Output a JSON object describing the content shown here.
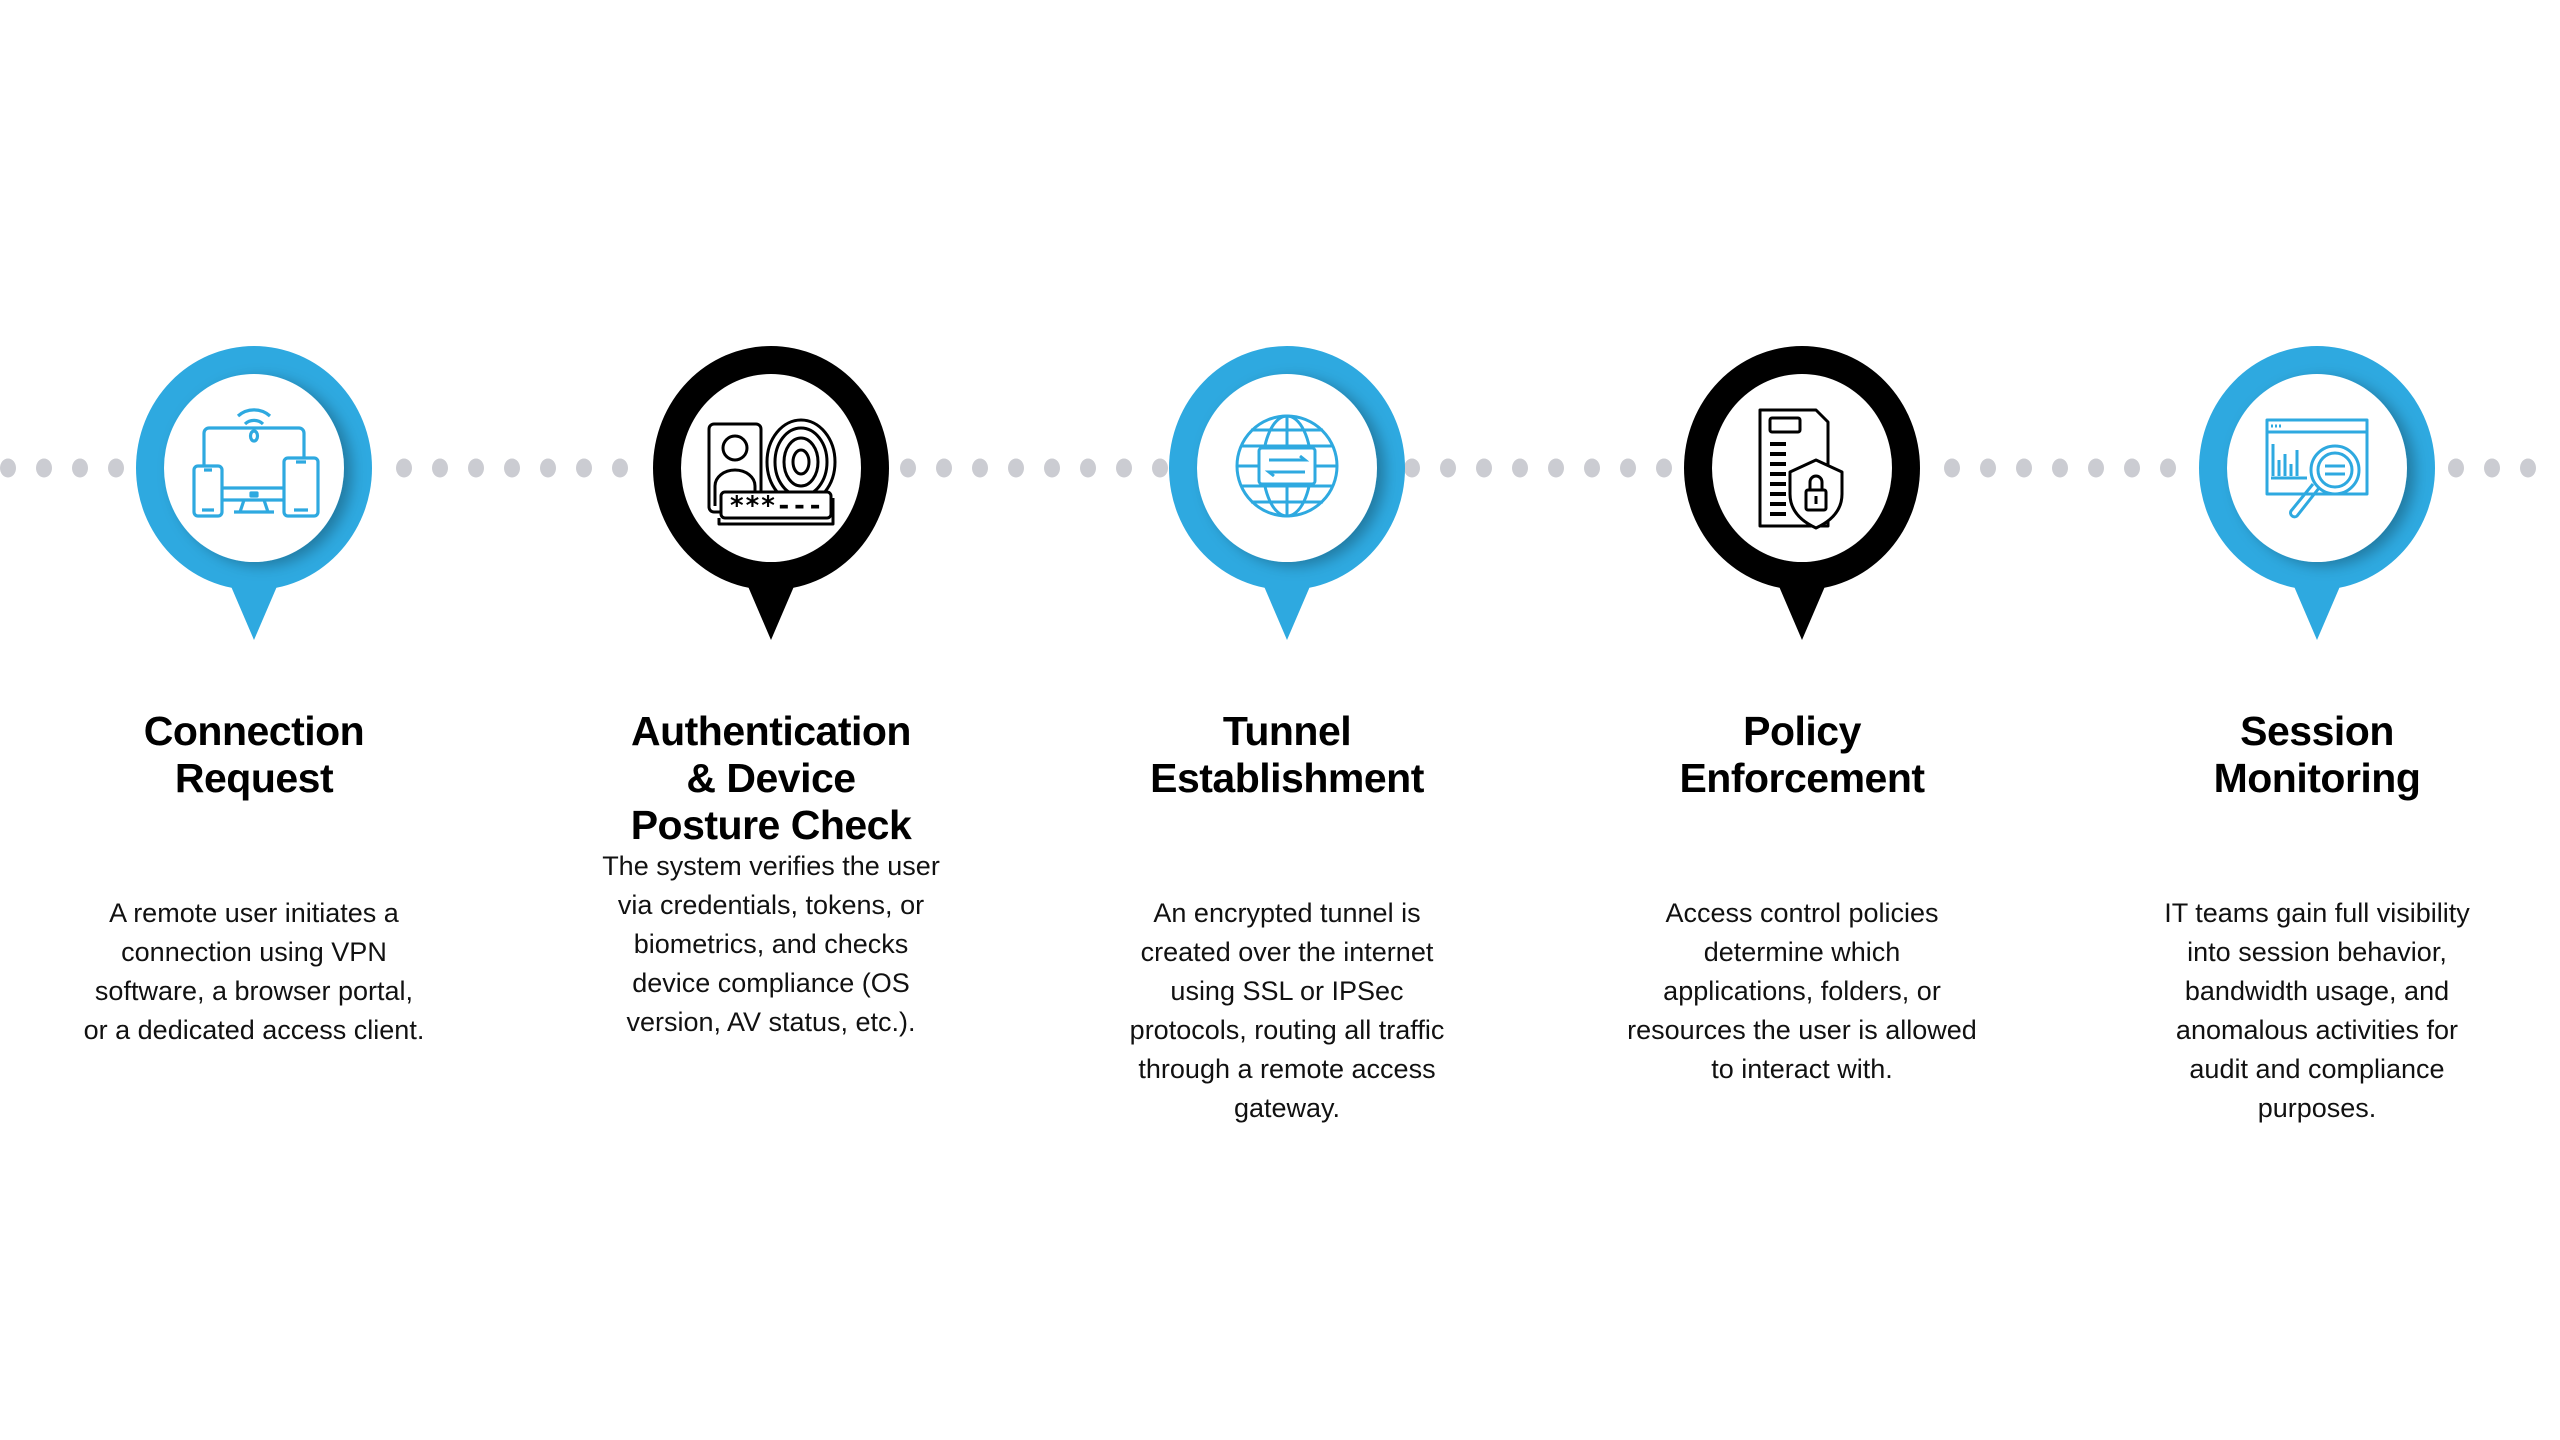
{
  "colors": {
    "blue": "#2EA9E0",
    "black": "#000000",
    "dot": "#CBCCD2"
  },
  "steps": [
    {
      "icon": "devices-wifi-icon",
      "color": "blue",
      "title": [
        "Connection",
        "Request"
      ],
      "desc": [
        "A remote user initiates a",
        "connection using VPN",
        "software, a browser portal,",
        "or a dedicated access client."
      ]
    },
    {
      "icon": "id-fingerprint-password-icon",
      "color": "black",
      "title": [
        "Authentication",
        "& Device",
        "Posture Check"
      ],
      "desc": [
        "The system verifies the user",
        "via credentials, tokens, or",
        "biometrics, and checks",
        "device compliance (OS",
        "version, AV status, etc.)."
      ]
    },
    {
      "icon": "globe-tunnel-icon",
      "color": "blue",
      "title": [
        "Tunnel",
        "Establishment"
      ],
      "desc": [
        "An encrypted tunnel is",
        "created over the internet",
        "using SSL or IPSec",
        "protocols, routing all traffic",
        "through a remote access",
        "gateway."
      ]
    },
    {
      "icon": "document-shield-lock-icon",
      "color": "black",
      "title": [
        "Policy",
        "Enforcement"
      ],
      "desc": [
        "Access control policies",
        "determine which",
        "applications, folders, or",
        "resources the user is allowed",
        "to interact with."
      ]
    },
    {
      "icon": "monitor-magnifier-icon",
      "color": "blue",
      "title": [
        "Session",
        "Monitoring"
      ],
      "desc": [
        "IT teams gain full visibility",
        "into session behavior,",
        "bandwidth usage, and",
        "anomalous activities for",
        "audit and compliance",
        "purposes."
      ]
    }
  ]
}
